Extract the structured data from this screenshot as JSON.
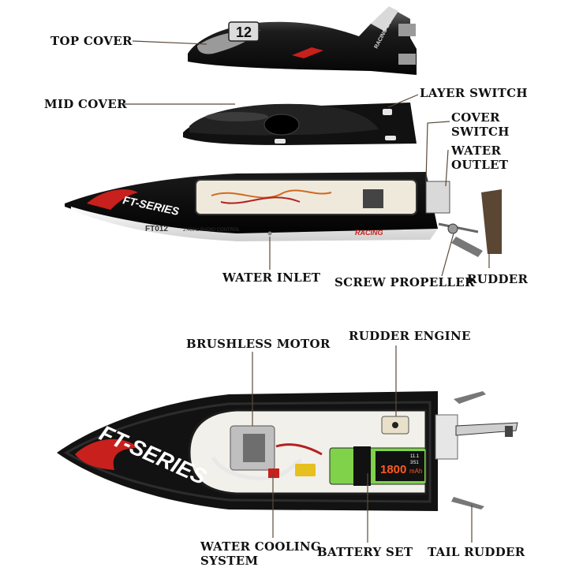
{
  "labels": {
    "top_cover": "TOP COVER",
    "mid_cover": "MID COVER",
    "layer_switch": "LAYER SWITCH",
    "cover_switch": "COVER\nSWITCH",
    "water_outlet": "WATER\nOUTLET",
    "water_inlet": "WATER INLET",
    "screw_propeller": "SCREW PROPELLER",
    "rudder": "RUDDER",
    "brushless_motor": "BRUSHLESS MOTOR",
    "rudder_engine": "RUDDER ENGINE",
    "water_cooling_system": "WATER COOLING\nSYSTEM",
    "battery_set": "BATTERY SET",
    "tail_rudder": "TAIL RUDDER"
  },
  "hull_print": {
    "series": "FT-SERIES",
    "model": "FT012",
    "radio": "2.4GHz RADIO CONTROL",
    "racing": "RACING",
    "cover_number": "12",
    "cover_side": "RACING BOAT",
    "battery_capacity": "1800",
    "battery_unit": "mAh",
    "battery_cells": "11.1\n3S1"
  },
  "colors": {
    "hull": "#121212",
    "accent_red": "#c8201c",
    "leader_line": "#5a4a3a",
    "battery_green": "#7fd24a"
  }
}
